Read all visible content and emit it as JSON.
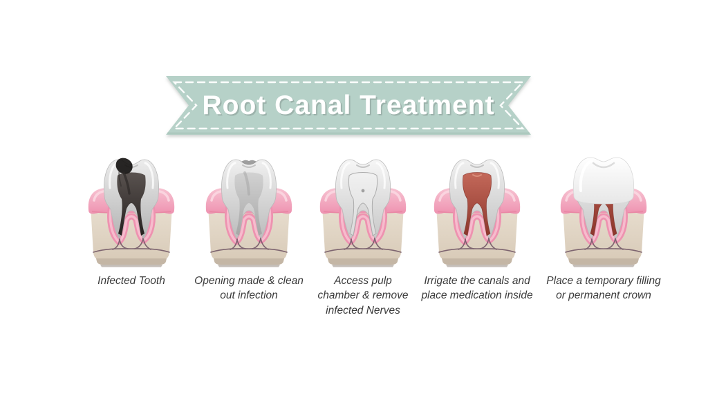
{
  "banner": {
    "title": "Root Canal Treatment",
    "ribbon_color": "#b6d1c8",
    "ribbon_edge_color": "#9fbdb2",
    "dash_color": "#ffffff",
    "title_color": "#ffffff"
  },
  "stages": [
    {
      "id": "infected-tooth",
      "variant": "infected",
      "caption_line1": "Infected Tooth",
      "caption_line2": "",
      "caption_line3": "",
      "colors": {
        "enamel_top": "#ececec",
        "enamel_bottom": "#b3b3b3",
        "canal_top": "#5a5350",
        "canal_bottom": "#262120"
      }
    },
    {
      "id": "opening-made",
      "variant": "opened",
      "caption_line1": "Opening made & clean",
      "caption_line2": "out infection",
      "caption_line3": "",
      "colors": {
        "enamel_top": "#f0f0f0",
        "enamel_bottom": "#bcbcbc",
        "canal_top": "#d2d2d2",
        "canal_bottom": "#a6a6a6"
      }
    },
    {
      "id": "access-pulp-chamber",
      "variant": "cleaned",
      "caption_line1": "Access pulp",
      "caption_line2": "chamber & remove",
      "caption_line3": "infected Nerves",
      "colors": {
        "enamel_top": "#f6f6f6",
        "enamel_bottom": "#c8c8c8",
        "canal_top": "#f1f1f1",
        "canal_bottom": "#dadada"
      }
    },
    {
      "id": "irrigate-canals",
      "variant": "medicated",
      "caption_line1": "Irrigate the canals and",
      "caption_line2": "place medication inside",
      "caption_line3": "",
      "colors": {
        "enamel_top": "#f0f0f0",
        "enamel_bottom": "#c2c2c2",
        "canal_top": "#c4695a",
        "canal_bottom": "#8c362c"
      }
    },
    {
      "id": "temporary-filling-crown",
      "variant": "crowned",
      "caption_line1": "Place a temporary filling",
      "caption_line2": "or permanent crown",
      "caption_line3": "",
      "colors": {
        "enamel_top": "#f2f2f2",
        "enamel_bottom": "#c6c6c6",
        "canal_top": "#b85a4c",
        "canal_bottom": "#8c362c",
        "crown_top": "#ffffff",
        "crown_bottom": "#e7e7e7"
      }
    }
  ],
  "palette": {
    "gum": "#ee92b0",
    "gum_light": "#f7c3d2",
    "gum_deep": "#e07392",
    "bone_top": "#ebe2d4",
    "bone_bottom": "#d7c9b6",
    "bone_strip": "#c2b4a3",
    "base_shadow": "#b5aea6",
    "seam": "#6d5262",
    "enamel_stroke": "#b9b9b9",
    "infection": "#161412",
    "caption_color": "#3a3a3a"
  }
}
